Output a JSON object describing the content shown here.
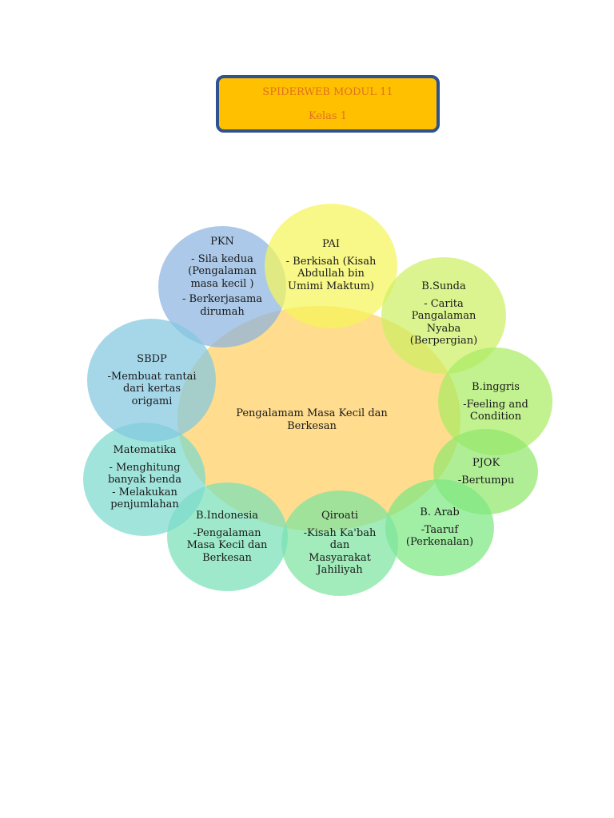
{
  "header": {
    "title": "SPIDERWEB MODUL 11",
    "subtitle": "Kelas 1"
  },
  "center": {
    "label_line1": "Pengalamam Masa Kecil dan",
    "label_line2": "Berkesan",
    "color": "#FFD98A"
  },
  "subjects": {
    "pkn": {
      "name": "PKN",
      "color": "#9DC3E6",
      "lines": [
        "- Sila kedua",
        "(Pengalaman",
        "masa kecil )",
        "- Berkerjasama",
        "dirumah"
      ]
    },
    "pai": {
      "name": "PAI",
      "color": "#F4F46A",
      "lines": [
        "- Berkisah (Kisah",
        "Abdullah bin",
        "Umimi Maktum)"
      ]
    },
    "bsunda": {
      "name": "B.Sunda",
      "color": "#D4F07A",
      "lines": [
        "- Carita",
        "Pangalaman",
        "Nyaba",
        "(Berpergian)"
      ]
    },
    "binggris": {
      "name": "B.inggris",
      "color": "#B8EE76",
      "lines": [
        "-Feeling and",
        "Condition"
      ]
    },
    "pjok": {
      "name": "PJOK",
      "color": "#A4EE80",
      "lines": [
        "-Bertumpu"
      ]
    },
    "barab": {
      "name": "B. Arab",
      "color": "#92EC94",
      "lines": [
        "-Taaruf",
        "(Perkenalan)"
      ]
    },
    "qiroati": {
      "name": "Qiroati",
      "color": "#96EAB0",
      "lines": [
        "-Kisah Ka'bah",
        "dan",
        "Masyarakat",
        "Jahiliyah"
      ]
    },
    "bindonesia": {
      "name": "B.Indonesia",
      "color": "#96E8C6",
      "lines": [
        "-Pengalaman",
        "Masa Kecil dan",
        "Berkesan"
      ]
    },
    "matematika": {
      "name": "Matematika",
      "color": "#9EE2D8",
      "lines": [
        "- Menghitung",
        "banyak benda",
        "- Melakukan",
        "penjumlahan"
      ]
    },
    "sbdp": {
      "name": "SBDP",
      "color": "#9ED8E8",
      "lines": [
        "-Membuat rantai",
        "dari kertas",
        "origami"
      ]
    }
  }
}
